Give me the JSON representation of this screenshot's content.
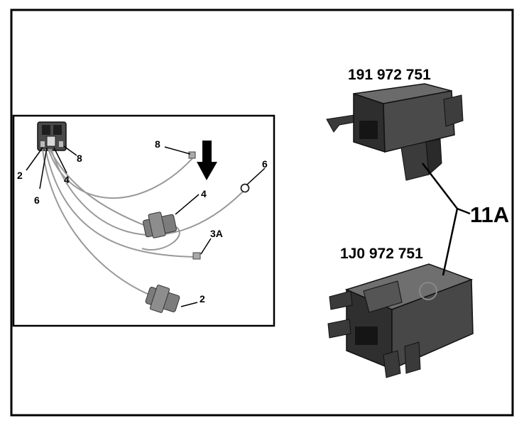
{
  "figure": {
    "part_top": "191 972 751",
    "part_bottom": "1J0 972 751",
    "callout_11a": "11A"
  },
  "harness_inset": {
    "pin_2": "2",
    "pin_6": "6",
    "pin_4": "4",
    "pin_8": "8",
    "lead_8": "8",
    "lead_6": "6",
    "lead_4": "4",
    "lead_3a": "3A",
    "lead_2": "2"
  },
  "colors": {
    "border": "#000000",
    "housing": "#3a3a3a",
    "housing_light": "#6b6b6b",
    "wire": "#9a9a9a",
    "plug": "#7c7c7c"
  }
}
